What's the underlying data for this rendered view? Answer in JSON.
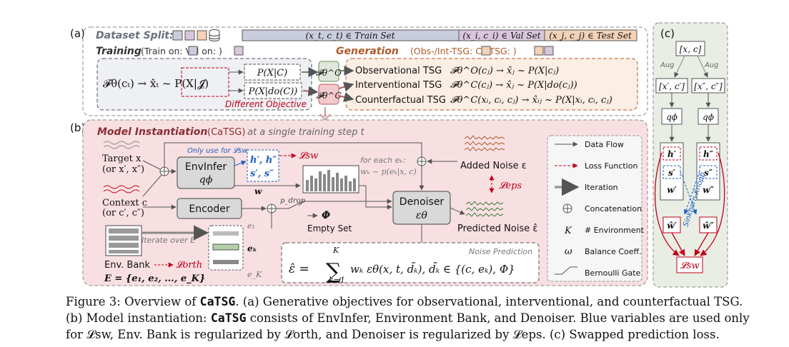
{
  "panel_a": {
    "label": "(a)",
    "dataset_split": "Dataset Split:",
    "train_set": "(x_t, c_t) ∈ Train Set",
    "val_set": "(x_i, c_i) ∈ Val Set",
    "test_set": "(x_j, c_j) ∈ Test Set",
    "training": "Training",
    "training_detail": "(Train on:    Val on:    )",
    "generation": "Generation",
    "generation_detail": "(Obs-/Int-TSG:    CF-TSG:    )",
    "model_eq": "𝓕θ(cₜ) → x̂ₜ ~ P(X|𝓙)",
    "obj_cond": "P(X|C)",
    "obj_do": "P(X|do(C))",
    "different_objective": "Different Objective",
    "f_obs": "𝓕θ^O",
    "f_cf": "𝓕θ^C",
    "obs_tsg": "Observational TSG",
    "obs_eq": "𝓕θ^O(cⱼ) → x̂ⱼ ~ P(X|cⱼ)",
    "int_tsg": "Interventional TSG",
    "int_eq": "𝓕θ^C(cⱼ) → x̂ⱼ ~ P(X|do(cⱼ))",
    "cf_tsg": "Counterfactual TSG",
    "cf_eq": "𝓕θ^C(xᵢ, cᵢ, cⱼ) → x̂ᵢⱼ ~ P(X|xᵢ, cᵢ, cⱼ)"
  },
  "panel_b": {
    "label": "(b)",
    "title": "Model Instantiation",
    "title_model": "(CaTSG)",
    "title_suffix": "at a single training step t",
    "target": "Target x",
    "target_alt": "(or x′, x″)",
    "context": "Context c",
    "context_alt": "(or c′, c″)",
    "envinfer": "EnvInfer",
    "q_phi": "qϕ",
    "only_use": "Only use for 𝓛sw",
    "h_vars": "h′, h″",
    "s_vars": "s′, s″",
    "loss_sw": "𝓛sw",
    "w": "w",
    "encoder": "Encoder",
    "p_drop": "p_drop",
    "for_each": "for each eₖ:",
    "wk_eq": "wₖ ~ p(eₖ|x, c)",
    "phi": "Φ",
    "empty_set": "Empty Set",
    "denoiser": "Denoiser",
    "eps_theta": "εθ",
    "added_noise": "Added Noise ε",
    "loss_eps": "𝓛eps",
    "predicted_noise": "Predicted Noise ε̂",
    "iterate": "Iterate over E",
    "e1": "e₁",
    "ek": "eₖ",
    "eK": "e_K",
    "env_bank": "Env. Bank",
    "loss_orth": "𝓛orth",
    "E_def": "E = {e₁, e₂, ..., e_K}",
    "noise_prediction": "Noise Prediction",
    "eq_lhs": "ε̂ =",
    "eq_sum_top": "K",
    "eq_sum_bottom": "k=1",
    "eq_rhs": "wₖ εθ(x, t, d̃ₖ),  d̃ₖ ∈ {(c, eₖ), Φ}"
  },
  "legend": {
    "data_flow": "Data Flow",
    "loss_function": "Loss Function",
    "iteration": "Iteration",
    "concatenation": "Concatenation",
    "k_symbol": "K",
    "k_label": "# Environment",
    "omega_symbol": "ω",
    "omega_label": "Balance Coeff.",
    "bernoulli": "Bernoulli Gate"
  },
  "panel_c": {
    "label": "(c)",
    "xc": "[x, c]",
    "aug": "Aug",
    "x1c1": "[x′, c′]",
    "x2c2": "[x″, c″]",
    "q": "qϕ",
    "h1": "h′",
    "h2": "h″",
    "s1": "s′",
    "s2": "s″",
    "w1": "w′",
    "w2": "w″",
    "wh1": "ŵ′",
    "wh2": "ŵ″",
    "sinkhorn": "Sinkhorn-Knopp",
    "loss": "𝓛sw"
  },
  "caption": {
    "line1_a": "Figure 3: Overview of ",
    "line1_model": "CaTSG",
    "line1_b": ". (a) Generative objectives for observational, interventional, and counterfactual TSG.",
    "line2_a": "(b) Model instantiation: ",
    "line2_model": "CaTSG",
    "line2_b": " consists of EnvInfer, Environment Bank, and Denoiser. Blue variables are used only",
    "line3": "for 𝓛sw, Env. Bank is regularized by 𝓛orth, and Denoiser is regularized by 𝓛eps. (c) Swapped prediction loss."
  },
  "colors": {
    "train": "#c9cddd",
    "val": "#d9c6dc",
    "test": "#f3d2b8",
    "red": "#c0001a",
    "blue": "#1f5fbf",
    "pink_bg": "#f8e0e2",
    "gray_bg": "#eef0f3"
  }
}
